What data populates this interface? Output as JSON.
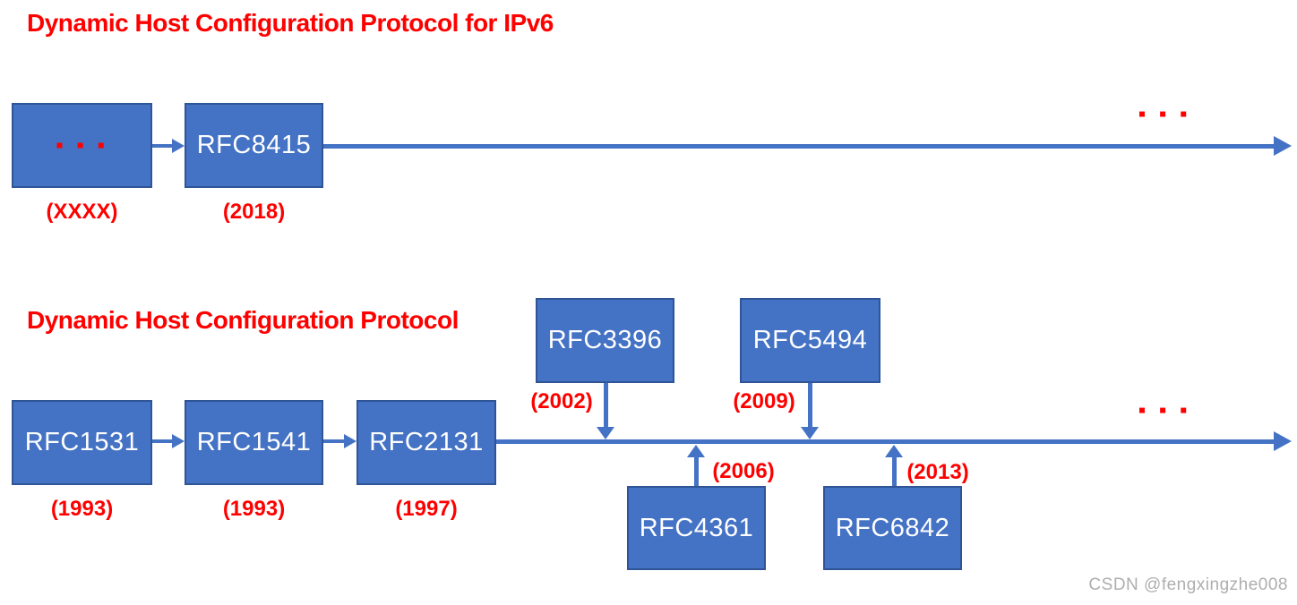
{
  "colors": {
    "box_fill": "#4472C4",
    "box_border": "#2F5597",
    "connector_blue": "#4472C4",
    "highlight_red": "#FF0000",
    "box_text_white": "#FFFFFF",
    "watermark_gray": "#AEAEAE"
  },
  "glyphs": {
    "ellipsis": "▪ ▪ ▪"
  },
  "ipv6_timeline": {
    "title": "Dynamic Host Configuration Protocol for IPv6",
    "placeholder_node": {
      "year": "(XXXX)"
    },
    "nodes": [
      {
        "label": "RFC8415",
        "year": "(2018)"
      }
    ]
  },
  "ipv4_timeline": {
    "title": "Dynamic Host Configuration Protocol",
    "nodes": [
      {
        "label": "RFC1531",
        "year": "(1993)"
      },
      {
        "label": "RFC1541",
        "year": "(1993)"
      },
      {
        "label": "RFC2131",
        "year": "(1997)"
      }
    ],
    "updates_above": [
      {
        "label": "RFC3396",
        "year": "(2002)"
      },
      {
        "label": "RFC5494",
        "year": "(2009)"
      }
    ],
    "updates_below": [
      {
        "label": "RFC4361",
        "year": "(2006)"
      },
      {
        "label": "RFC6842",
        "year": "(2013)"
      }
    ]
  },
  "watermark": "CSDN @fengxingzhe008"
}
